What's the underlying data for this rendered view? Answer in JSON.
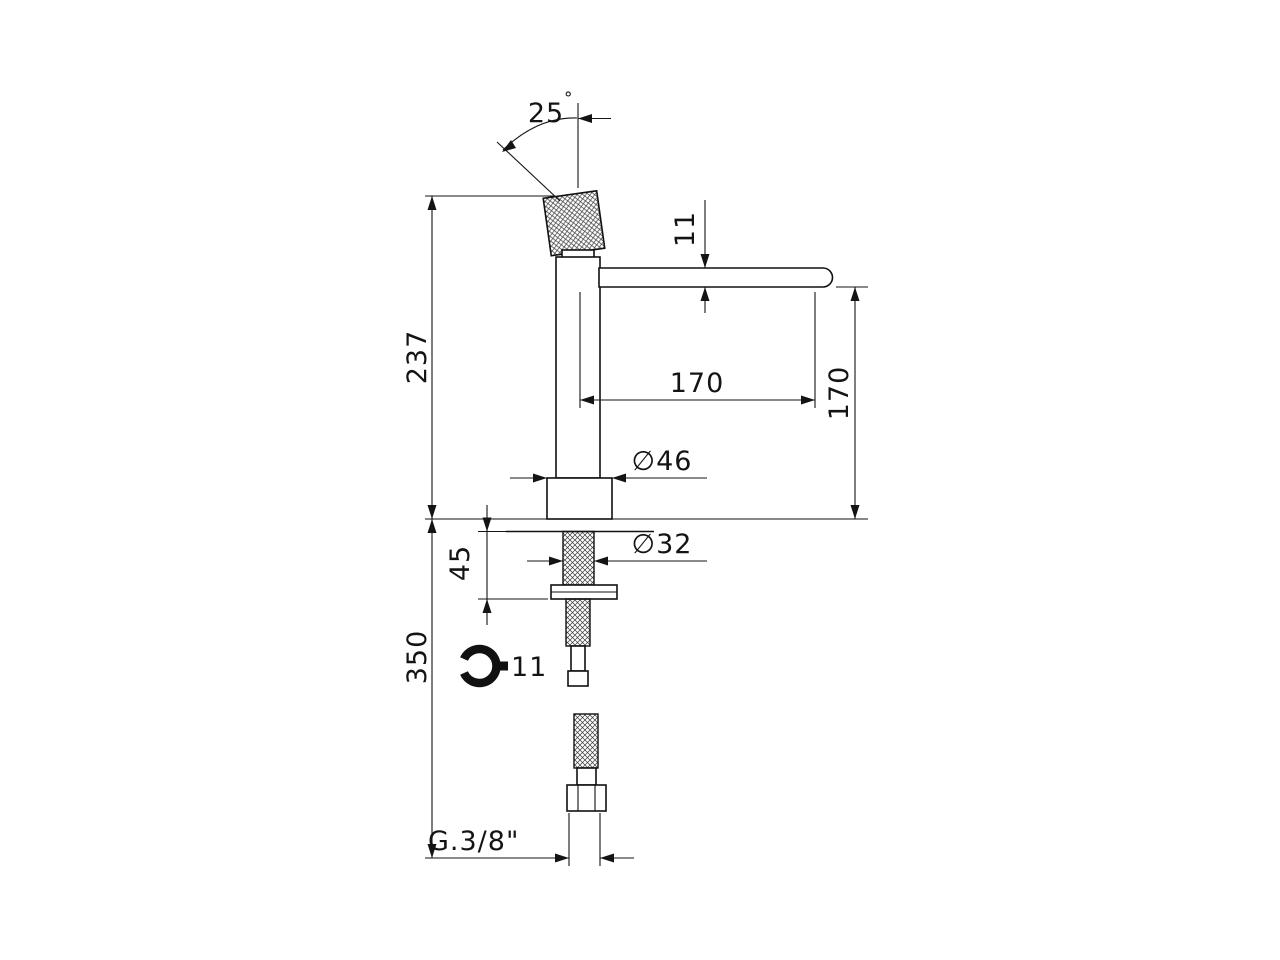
{
  "drawing": {
    "type": "faucet-installation-technical-drawing",
    "labels": {
      "handle_angle_value": "25",
      "handle_angle_unit": "°",
      "spout_thickness": "11",
      "height_above_deck": "237",
      "spout_reach": "170",
      "spout_height": "170",
      "base_diameter": "∅46",
      "shank_diameter": "∅32",
      "deck_clamp_length": "45",
      "hose_length": "350",
      "wrench_size": "11",
      "connection_thread": "G.3/8\""
    }
  }
}
